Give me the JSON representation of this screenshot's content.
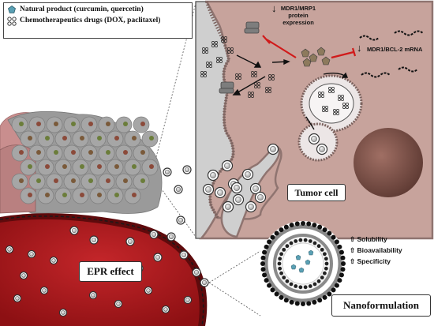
{
  "legend": {
    "natural_product": "Natural product (curcumin, quercetin)",
    "chemo_drugs": "Chemotherapeutics drugs (DOX, paclitaxel)"
  },
  "tumor_cell": {
    "protein_expression": "MDR1/MRP1 protein expression",
    "protein_arrow": "↓",
    "mrna": "MDR1/BCL-2 mRNA",
    "mrna_arrow": "↓",
    "label": "Tumor cell"
  },
  "epr": {
    "label": "EPR effect"
  },
  "nano": {
    "benefits": [
      {
        "symbol": "⇧",
        "text": "Solubility"
      },
      {
        "symbol": "⇧",
        "text": "Bioavailability"
      },
      {
        "symbol": "⇧",
        "text": "Specificity"
      }
    ],
    "label": "Nanoformulation"
  },
  "colors": {
    "cell_fill": "#c29d96",
    "membrane": "#8f7470",
    "tissue_grey": "#9e9e9e",
    "tissue_pink": "#c98e8e",
    "vessel_red": "#b3191b",
    "vessel_dark": "#5e0a0c",
    "inhibit_red": "#d11a1a",
    "pentagon": "#5aa0b4"
  }
}
